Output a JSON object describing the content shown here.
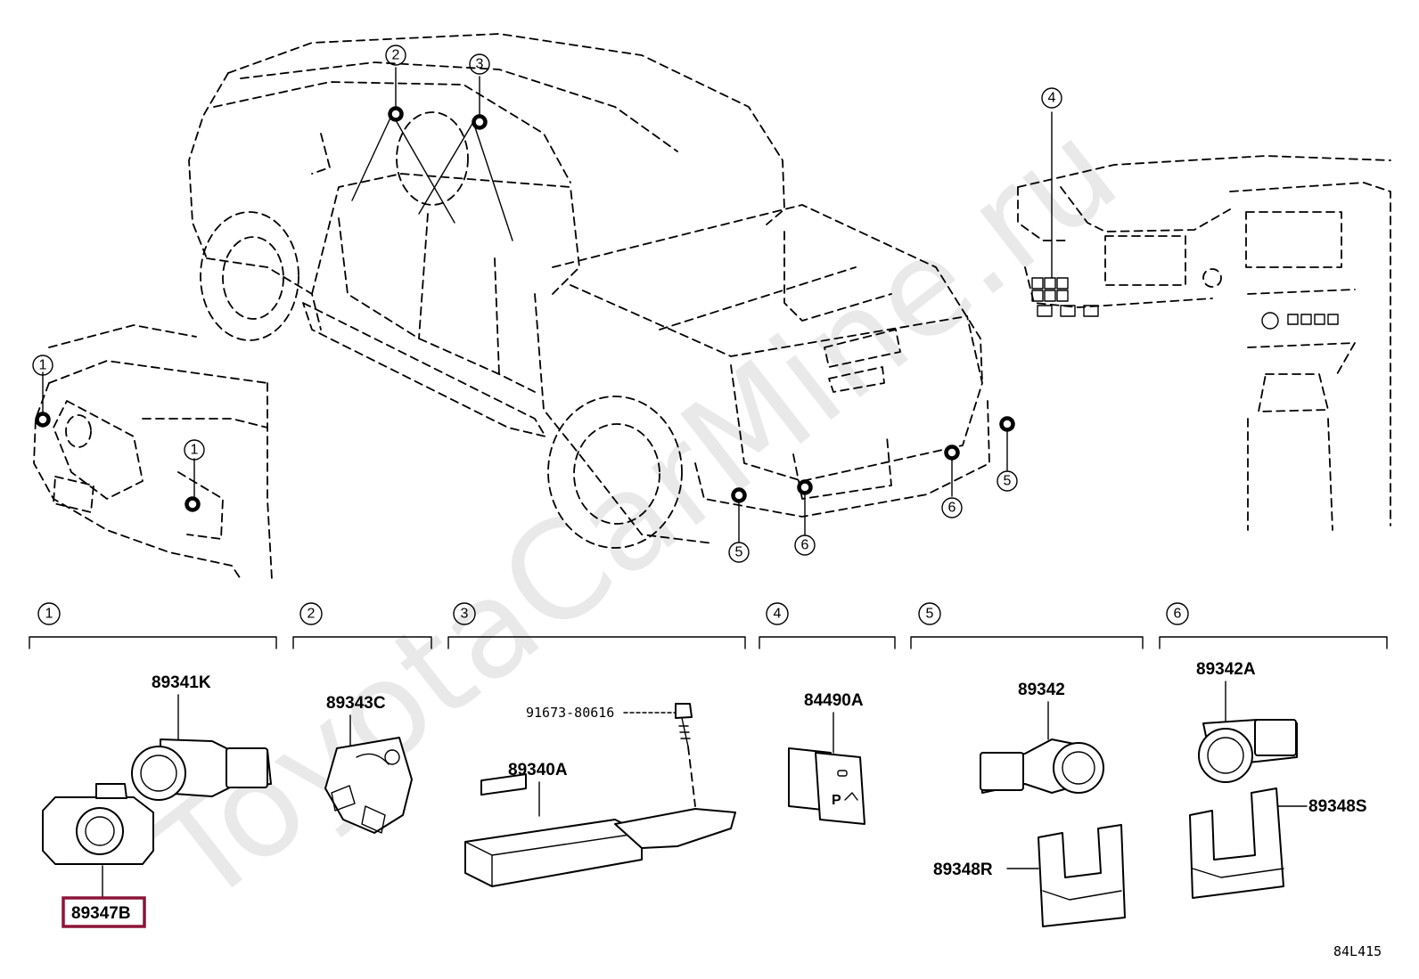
{
  "watermark": "ToyotaCarMine.ru",
  "diagram_code": "84L415",
  "callouts": [
    "1",
    "2",
    "3",
    "4",
    "5",
    "6"
  ],
  "groups": [
    {
      "num": "1",
      "parts": [
        "89341K",
        "89347B"
      ]
    },
    {
      "num": "2",
      "parts": [
        "89343C"
      ]
    },
    {
      "num": "3",
      "parts": [
        "91673-80616",
        "89340A"
      ]
    },
    {
      "num": "4",
      "parts": [
        "84490A"
      ]
    },
    {
      "num": "5",
      "parts": [
        "89342",
        "89348R"
      ]
    },
    {
      "num": "6",
      "parts": [
        "89342A",
        "89348S"
      ]
    }
  ],
  "highlight": {
    "part": "89347B",
    "color": "#8b1538"
  }
}
